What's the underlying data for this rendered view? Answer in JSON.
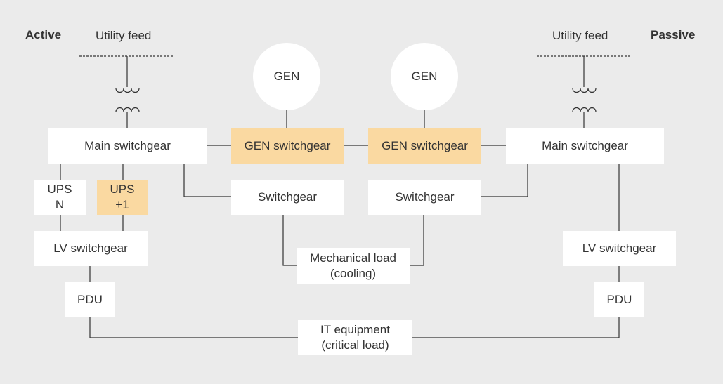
{
  "colors": {
    "background": "#ebebeb",
    "box": "#ffffff",
    "highlight": "#fad9a1",
    "line": "#333333"
  },
  "labels": {
    "active": "Active",
    "passive": "Passive",
    "utility_feed_left": "Utility feed",
    "utility_feed_right": "Utility feed"
  },
  "generators": {
    "left": "GEN",
    "right": "GEN"
  },
  "boxes": {
    "main_switchgear_left": "Main switchgear",
    "main_switchgear_right": "Main switchgear",
    "gen_switchgear_left": "GEN switchgear",
    "gen_switchgear_right": "GEN switchgear",
    "switchgear_left": "Switchgear",
    "switchgear_right": "Switchgear",
    "ups_n": "UPS\nN",
    "ups_plus1": "UPS\n+1",
    "lv_switchgear_left": "LV switchgear",
    "lv_switchgear_right": "LV switchgear",
    "mechanical_load": "Mechanical load\n(cooling)",
    "pdu_left": "PDU",
    "pdu_right": "PDU",
    "it_equipment": "IT equipment\n(critical load)"
  }
}
